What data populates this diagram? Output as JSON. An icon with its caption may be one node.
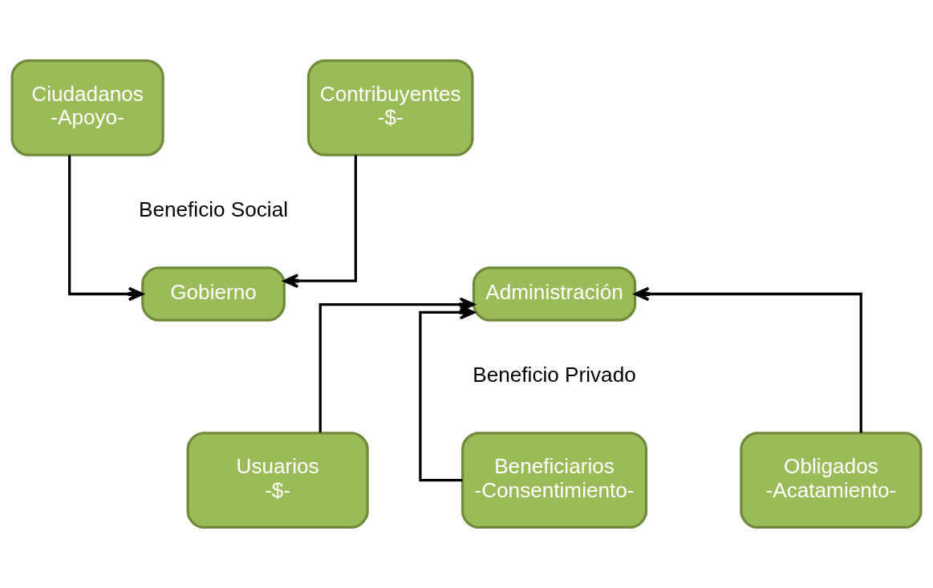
{
  "diagram": {
    "nodes": [
      {
        "text": [
          "Ciudadanos",
          "-Apoyo-"
        ]
      },
      {
        "text": [
          "Contribuyentes",
          "-$-"
        ]
      },
      {
        "text": [
          "Gobierno"
        ]
      },
      {
        "text": [
          "Administración"
        ]
      },
      {
        "text": [
          "Usuarios",
          "-$-"
        ]
      },
      {
        "text": [
          "Beneficiarios",
          "-Consentimiento-"
        ]
      },
      {
        "text": [
          "Obligados",
          "-Acatamiento-"
        ]
      }
    ],
    "edges": [
      {
        "from": 0,
        "to": 2,
        "arrow": "to"
      },
      {
        "from": 1,
        "to": 2,
        "arrow": "to"
      },
      {
        "from": 4,
        "to": 3,
        "arrow": "to"
      },
      {
        "from": 5,
        "to": 3,
        "arrow": "to"
      },
      {
        "from": 6,
        "to": 3,
        "arrow": "to"
      }
    ],
    "labels": [
      "Beneficio Social",
      "Beneficio Privado"
    ]
  }
}
